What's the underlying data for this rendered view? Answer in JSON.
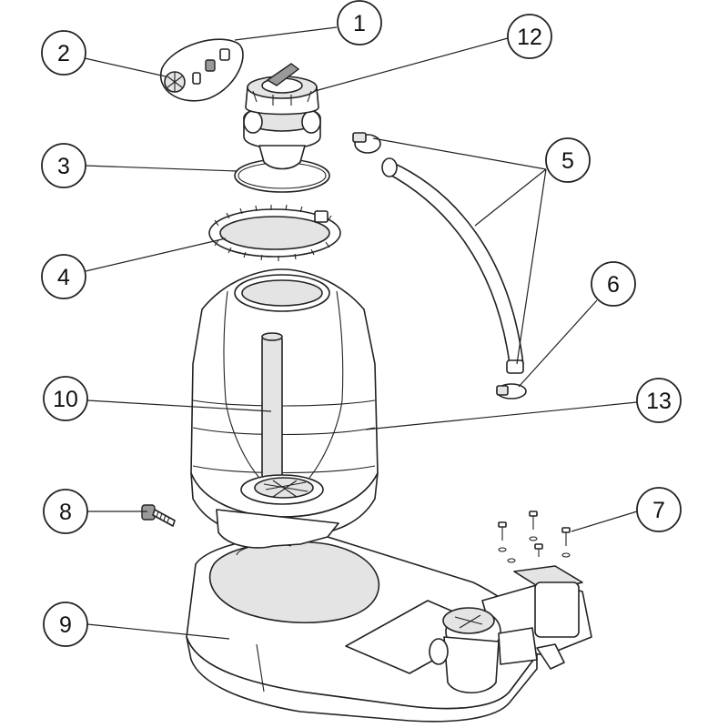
{
  "callouts": [
    {
      "id": "c1",
      "label": "1"
    },
    {
      "id": "c2",
      "label": "2"
    },
    {
      "id": "c3",
      "label": "3"
    },
    {
      "id": "c4",
      "label": "4"
    },
    {
      "id": "c5",
      "label": "5"
    },
    {
      "id": "c6",
      "label": "6"
    },
    {
      "id": "c7",
      "label": "7"
    },
    {
      "id": "c8",
      "label": "8"
    },
    {
      "id": "c9",
      "label": "9"
    },
    {
      "id": "c10",
      "label": "10"
    },
    {
      "id": "c12",
      "label": "12"
    },
    {
      "id": "c13",
      "label": "13"
    }
  ]
}
